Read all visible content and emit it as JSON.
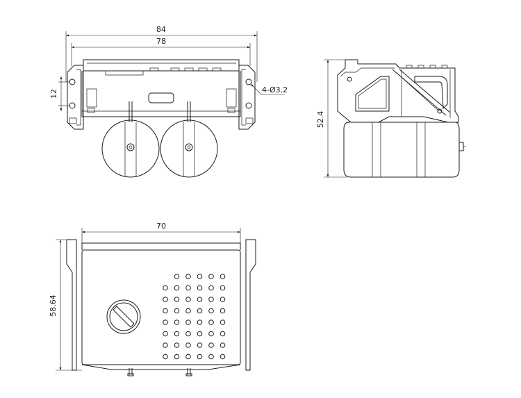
{
  "dimensions": {
    "front_width_outer": "84",
    "front_width_inner": "78",
    "front_pitch": "12",
    "front_holes": "4-Ø3.2",
    "side_height": "52.4",
    "top_width": "70",
    "top_height": "58.64"
  }
}
